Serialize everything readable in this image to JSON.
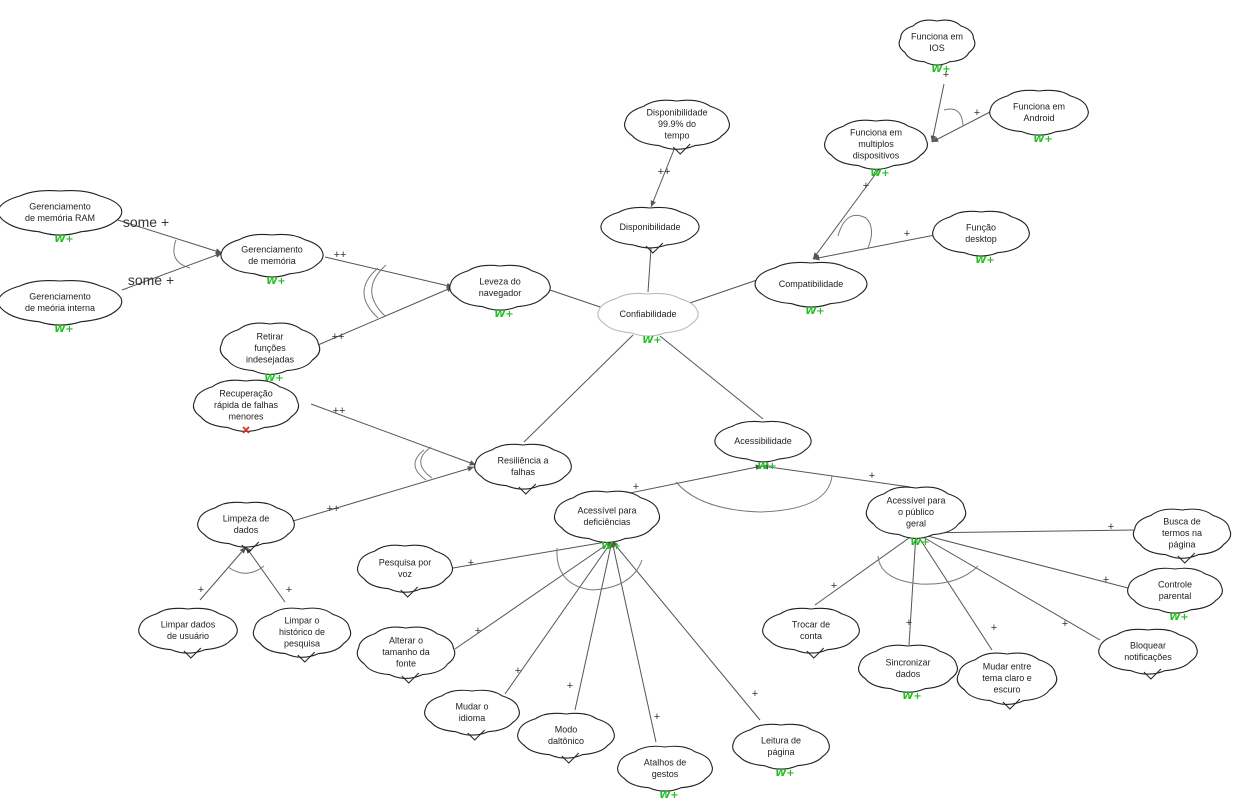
{
  "nodes": [
    {
      "id": "ram",
      "label": [
        "Gerenciamento",
        "de memória RAM"
      ],
      "status": "W+"
    },
    {
      "id": "interna",
      "label": [
        "Gerenciamento",
        "de meória interna"
      ],
      "status": "W+"
    },
    {
      "id": "gmem",
      "label": [
        "Gerenciamento",
        "de memória"
      ],
      "status": "W+"
    },
    {
      "id": "retirar",
      "label": [
        "Retirar",
        "funções",
        "indesejadas"
      ],
      "status": "W+"
    },
    {
      "id": "recup",
      "label": [
        "Recuperação",
        "rápida de falhas",
        "menores"
      ],
      "status": "denied"
    },
    {
      "id": "leveza",
      "label": [
        "Leveza do",
        "navegador"
      ],
      "status": "W+"
    },
    {
      "id": "disp99",
      "label": [
        "Disponibilidade",
        "99.9% do",
        "tempo"
      ],
      "status": "satisfied"
    },
    {
      "id": "disp",
      "label": [
        "Disponibilidade"
      ],
      "status": "satisfied"
    },
    {
      "id": "conf",
      "label": [
        "Confiabilidade"
      ],
      "status": "W+"
    },
    {
      "id": "ios",
      "label": [
        "Funciona em",
        "IOS"
      ],
      "status": "W+"
    },
    {
      "id": "android",
      "label": [
        "Funciona em",
        "Android"
      ],
      "status": "W+"
    },
    {
      "id": "multi",
      "label": [
        "Funciona em",
        "multiplos",
        "dispositivos"
      ],
      "status": "W+"
    },
    {
      "id": "desktop",
      "label": [
        "Função",
        "desktop"
      ],
      "status": "W+"
    },
    {
      "id": "compat",
      "label": [
        "Compatibilidade"
      ],
      "status": "W+"
    },
    {
      "id": "resil",
      "label": [
        "Resiliência a",
        "falhas"
      ],
      "status": "satisfied"
    },
    {
      "id": "acess",
      "label": [
        "Acessibilidade"
      ],
      "status": "W+"
    },
    {
      "id": "limpeza",
      "label": [
        "Limpeza de",
        "dados"
      ],
      "status": "satisfied"
    },
    {
      "id": "limpuser",
      "label": [
        "Limpar dados",
        "de usuário"
      ],
      "status": "satisfied"
    },
    {
      "id": "limphist",
      "label": [
        "Limpar o",
        "histórico de",
        "pesquisa"
      ],
      "status": "satisfied"
    },
    {
      "id": "deficiencia",
      "label": [
        "Acessível para",
        "deficiências"
      ],
      "status": "W+"
    },
    {
      "id": "publico",
      "label": [
        "Acessível para",
        "o público",
        "geral"
      ],
      "status": "W+"
    },
    {
      "id": "voz",
      "label": [
        "Pesquisa por",
        "voz"
      ],
      "status": "satisfied"
    },
    {
      "id": "fonte",
      "label": [
        "Alterar o",
        "tamanho da",
        "fonte"
      ],
      "status": "satisfied"
    },
    {
      "id": "idioma",
      "label": [
        "Mudar o",
        "idioma"
      ],
      "status": "satisfied"
    },
    {
      "id": "daltonico",
      "label": [
        "Modo",
        "daltônico"
      ],
      "status": "satisfied"
    },
    {
      "id": "gestos",
      "label": [
        "Atalhos de",
        "gestos"
      ],
      "status": "W+"
    },
    {
      "id": "leitura",
      "label": [
        "Leitura de",
        "página"
      ],
      "status": "W+"
    },
    {
      "id": "trocar",
      "label": [
        "Trocar de",
        "conta"
      ],
      "status": "satisfied"
    },
    {
      "id": "sincron",
      "label": [
        "Sincronizar",
        "dados"
      ],
      "status": "W+"
    },
    {
      "id": "tema",
      "label": [
        "Mudar entre",
        "tema claro e",
        "escuro"
      ],
      "status": "satisfied"
    },
    {
      "id": "bloquear",
      "label": [
        "Bloquear",
        "notificações"
      ],
      "status": "satisfied"
    },
    {
      "id": "parental",
      "label": [
        "Controle",
        "parental"
      ],
      "status": "W+"
    },
    {
      "id": "busca",
      "label": [
        "Busca de",
        "termos na",
        "página"
      ],
      "status": "satisfied"
    }
  ],
  "edges": [
    {
      "from": "ram",
      "to": "gmem",
      "label": "some +"
    },
    {
      "from": "interna",
      "to": "gmem",
      "label": "some +"
    },
    {
      "from": "gmem",
      "to": "leveza",
      "label": "++"
    },
    {
      "from": "retirar",
      "to": "leveza",
      "label": "++"
    },
    {
      "from": "recup",
      "to": "resil",
      "label": "++"
    },
    {
      "from": "limpeza",
      "to": "resil",
      "label": "++"
    },
    {
      "from": "disp99",
      "to": "disp",
      "label": "++"
    },
    {
      "from": "ios",
      "to": "multi",
      "label": "+"
    },
    {
      "from": "android",
      "to": "multi",
      "label": "+"
    },
    {
      "from": "multi",
      "to": "compat",
      "label": "+"
    },
    {
      "from": "desktop",
      "to": "compat",
      "label": "+"
    },
    {
      "from": "limpuser",
      "to": "limpeza",
      "label": "+"
    },
    {
      "from": "limphist",
      "to": "limpeza",
      "label": "+"
    },
    {
      "from": "deficiencia",
      "to": "acess",
      "label": "+"
    },
    {
      "from": "publico",
      "to": "acess",
      "label": "+"
    },
    {
      "from": "voz",
      "to": "deficiencia",
      "label": "+"
    },
    {
      "from": "fonte",
      "to": "deficiencia",
      "label": "+"
    },
    {
      "from": "idioma",
      "to": "deficiencia",
      "label": "+"
    },
    {
      "from": "daltonico",
      "to": "deficiencia",
      "label": "+"
    },
    {
      "from": "gestos",
      "to": "deficiencia",
      "label": "+"
    },
    {
      "from": "leitura",
      "to": "deficiencia",
      "label": "+"
    },
    {
      "from": "trocar",
      "to": "publico",
      "label": "+"
    },
    {
      "from": "sincron",
      "to": "publico",
      "label": "+"
    },
    {
      "from": "tema",
      "to": "publico",
      "label": "+"
    },
    {
      "from": "bloquear",
      "to": "publico",
      "label": "+"
    },
    {
      "from": "parental",
      "to": "publico",
      "label": "+"
    },
    {
      "from": "busca",
      "to": "publico",
      "label": "+"
    },
    {
      "from": "leveza",
      "to": "conf",
      "label": ""
    },
    {
      "from": "disp",
      "to": "conf",
      "label": ""
    },
    {
      "from": "compat",
      "to": "conf",
      "label": ""
    },
    {
      "from": "resil",
      "to": "conf",
      "label": ""
    },
    {
      "from": "acess",
      "to": "conf",
      "label": ""
    }
  ],
  "status_marks": {
    "weak_plus": "W+"
  },
  "colors": {
    "weak_plus": "#22c022",
    "denied": "#e03020",
    "stroke": "#222222",
    "edge": "#555555"
  }
}
